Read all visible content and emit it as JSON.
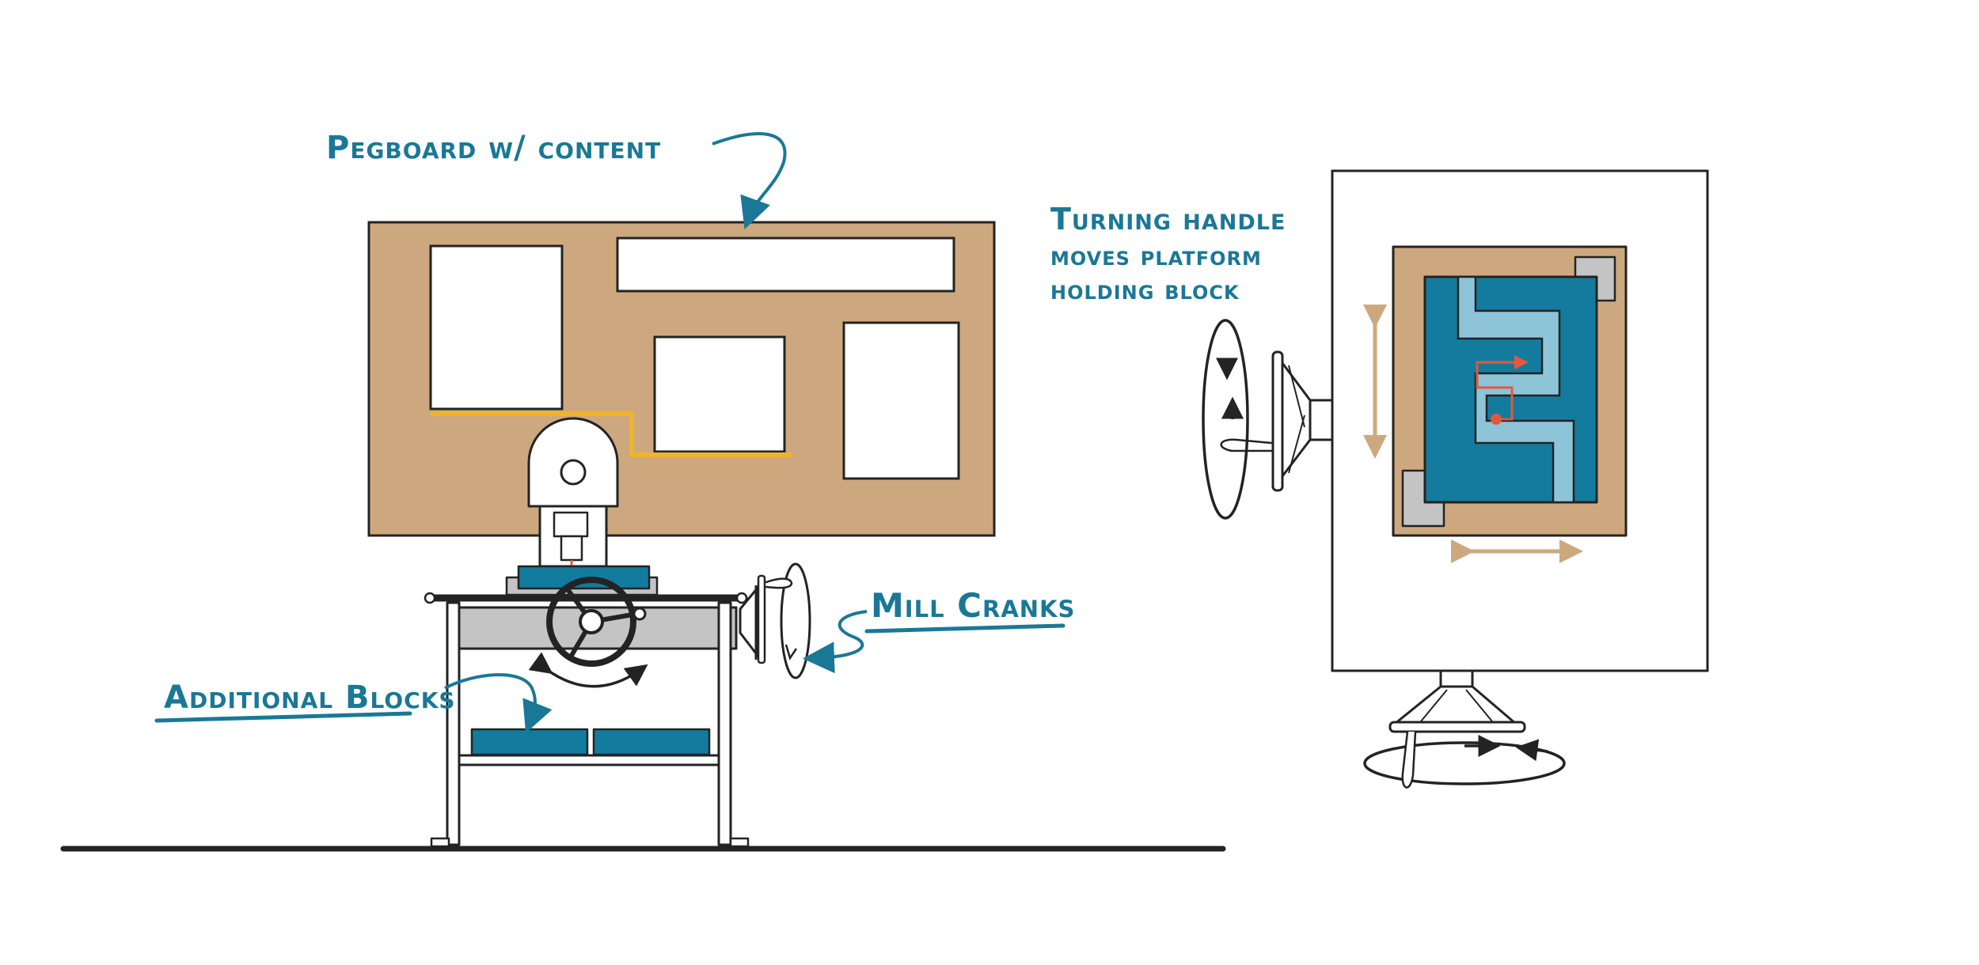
{
  "labels": {
    "pegboard": "Pegboard w/ content",
    "mill_cranks": "Mill Cranks",
    "additional_blocks": "Additional Blocks",
    "turning_handle_line1": "Turning handle",
    "turning_handle_line2": "moves platform",
    "turning_handle_line3": "holding block"
  },
  "colors": {
    "annotation": "#1a7896",
    "pegboard": "#cda87f",
    "block_blue": "#137b9e",
    "maze_path": "#8ec4d8",
    "tracer_red": "#e4573f",
    "highlight_yellow": "#efb42c",
    "table_grey": "#c4c4c4",
    "ink": "#232323"
  },
  "icons": {
    "pegboard_arrow": "curved-arrow-icon",
    "crank_arrow": "curved-arrow-icon",
    "blocks_arrow": "curved-arrow-icon",
    "platform_rotate": "rotation-arrow-icon",
    "platform_shift_vertical": "double-arrow-icon",
    "platform_shift_horizontal": "double-arrow-icon"
  }
}
